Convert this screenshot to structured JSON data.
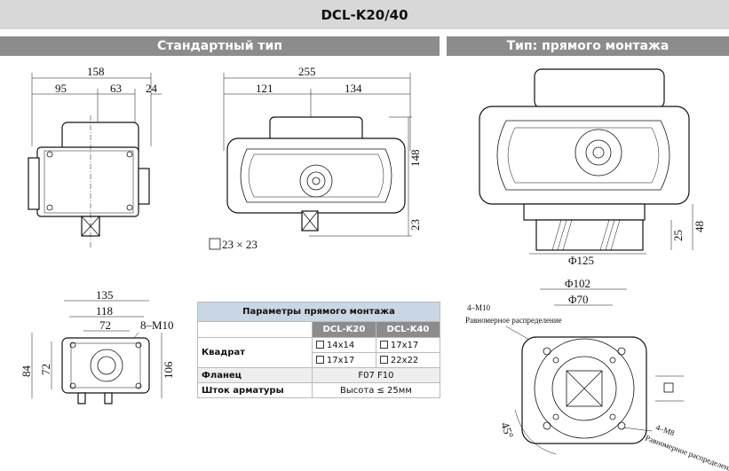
{
  "header": {
    "title": "DCL-K20/40"
  },
  "sections": {
    "standard": "Стандартный тип",
    "direct": "Тип: прямого монтажа"
  },
  "dims": {
    "side": {
      "overall": "158",
      "left": "95",
      "mid": "63",
      "right": "24"
    },
    "front": {
      "overall": "255",
      "left": "121",
      "right": "134",
      "height": "148",
      "shaft": "23",
      "square": "23 × 23"
    },
    "bottom": {
      "w1": "135",
      "w2": "118",
      "w3": "72",
      "bolts": "8–M10",
      "h1": "84",
      "h2": "72",
      "h3": "106"
    },
    "direct_side": {
      "dia": "Φ125",
      "h1": "48",
      "h2": "25"
    },
    "direct_bottom": {
      "d1": "Φ102",
      "d2": "Φ70",
      "bolts1": "4–M10",
      "dist1": "Равномерное распределение",
      "bolts2": "4–M8",
      "dist2": "Равномерное распределение",
      "angle": "45°"
    }
  },
  "params_table": {
    "title": "Параметры прямого монтажа",
    "col1": "DCL-K20",
    "col2": "DCL-K40",
    "rows": {
      "square": {
        "label": "Квадрат",
        "k20a": "14x14",
        "k20b": "17x17",
        "k40a": "17x17",
        "k40b": "22x22"
      },
      "flange": {
        "label": "Фланец",
        "value": "F07  F10"
      },
      "stem": {
        "label": "Шток арматуры",
        "value": "Высота ≤ 25мм"
      }
    }
  }
}
